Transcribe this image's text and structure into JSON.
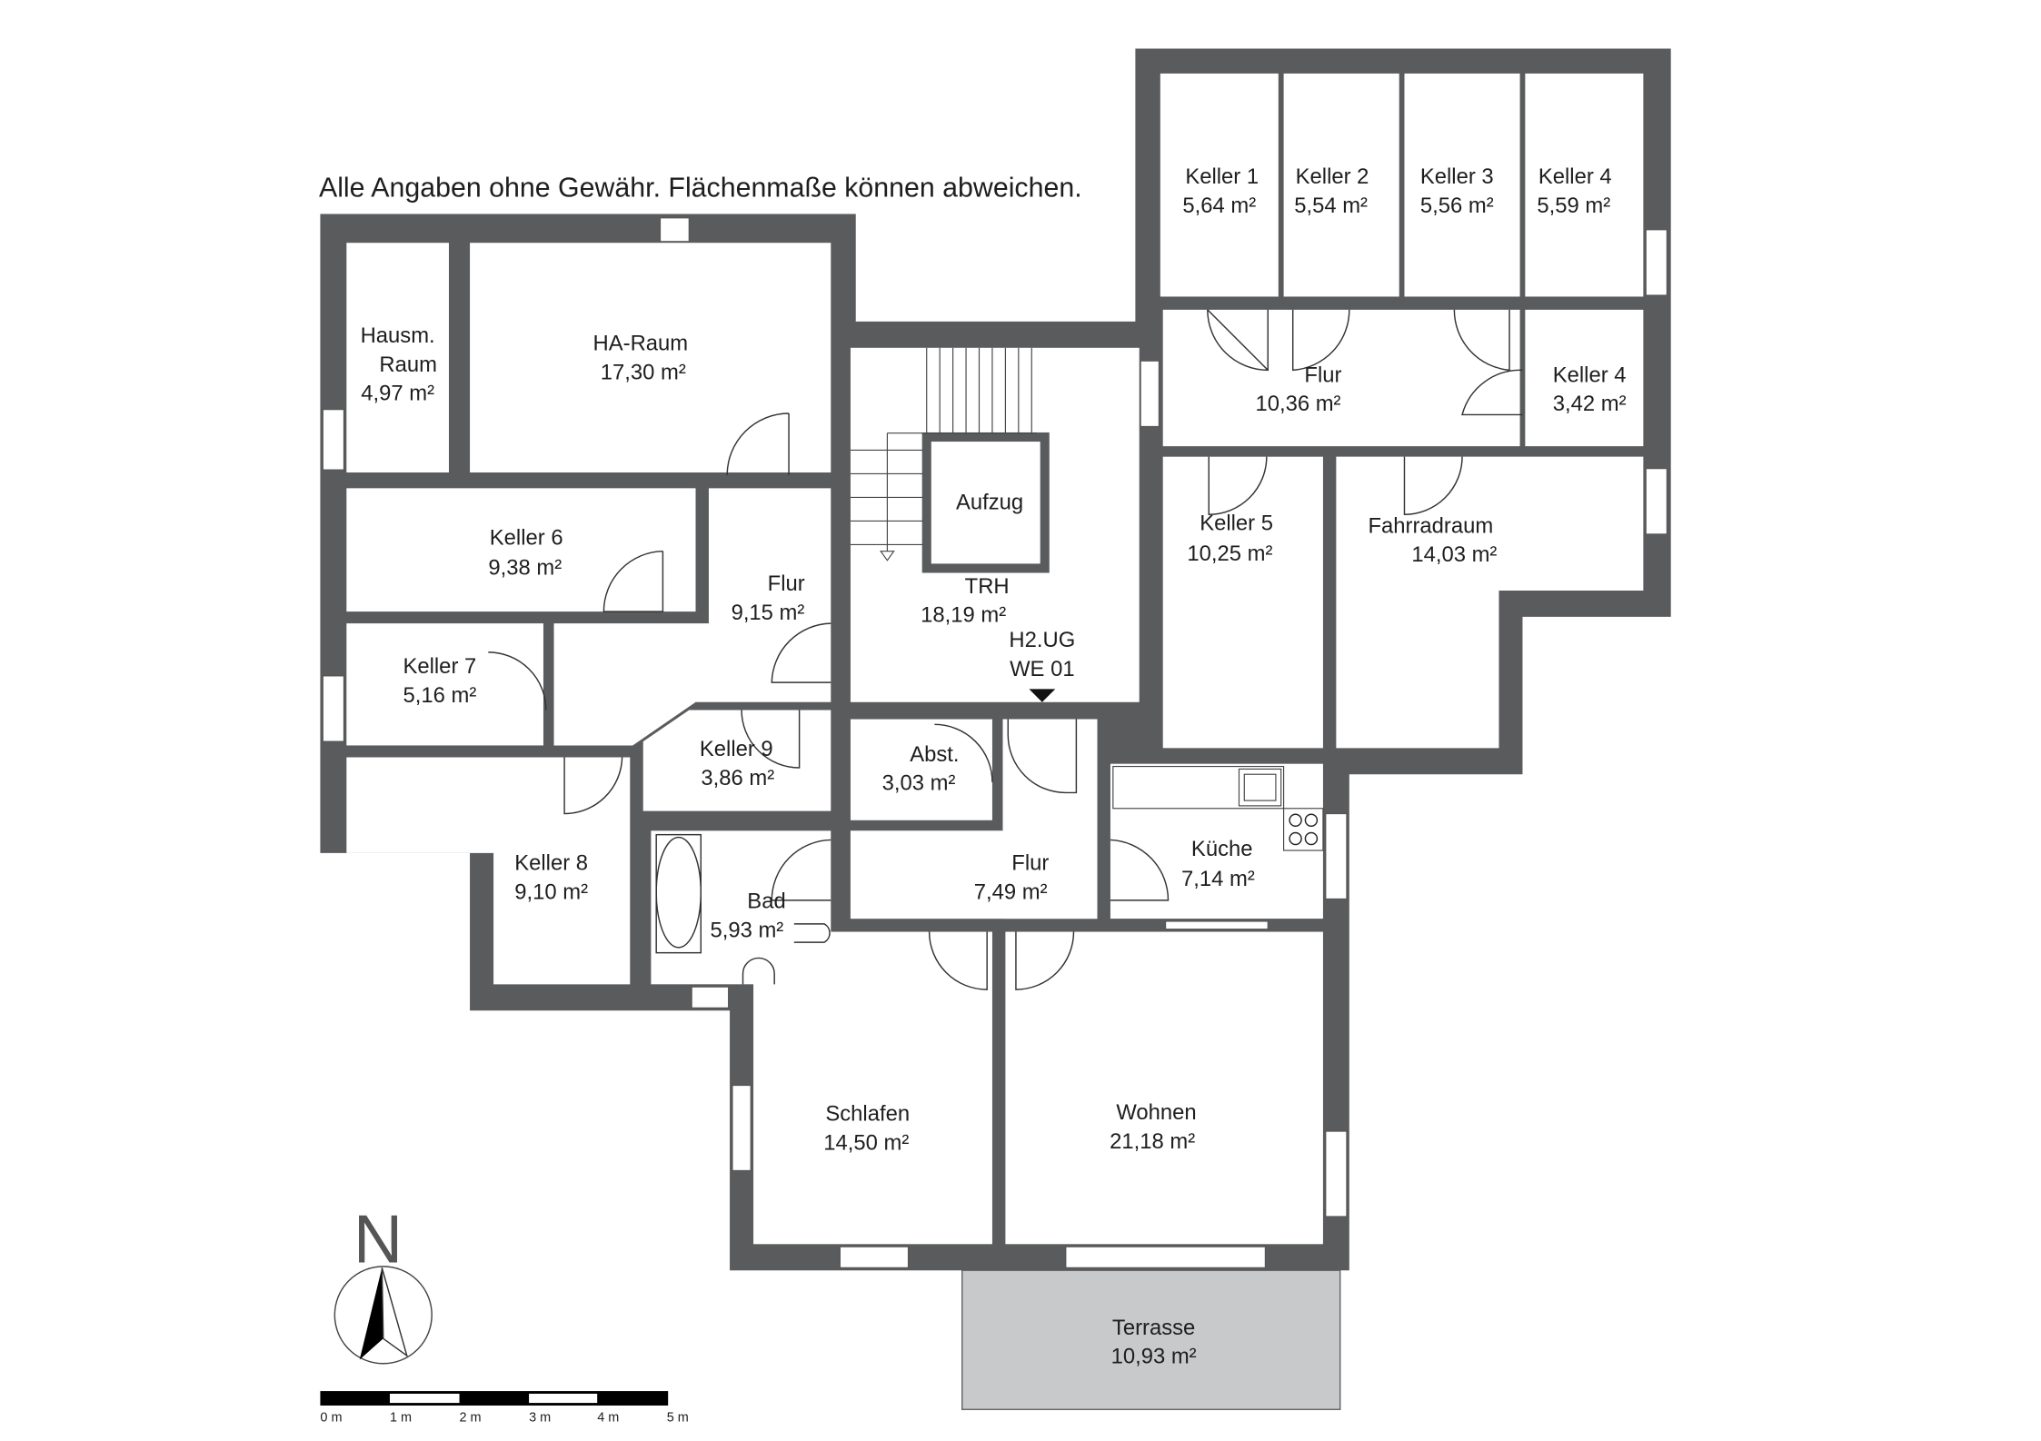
{
  "disclaimer": "Alle Angaben ohne Gewähr. Flächenmaße können abweichen.",
  "colors": {
    "wall": "#5a5b5d",
    "terrace": "#c8c9cb",
    "background": "#ffffff"
  },
  "rooms": {
    "hausm": {
      "name_line1": "Hausm.",
      "name_line2": "Raum",
      "area": "4,97 m²"
    },
    "ha_raum": {
      "name": "HA-Raum",
      "area": "17,30 m²"
    },
    "keller1": {
      "name": "Keller 1",
      "area": "5,64 m²"
    },
    "keller2": {
      "name": "Keller 2",
      "area": "5,54 m²"
    },
    "keller3": {
      "name": "Keller 3",
      "area": "5,56 m²"
    },
    "keller4": {
      "name": "Keller 4",
      "area": "5,59 m²"
    },
    "flur_top": {
      "name": "Flur",
      "area": "10,36 m²"
    },
    "keller4b": {
      "name": "Keller 4",
      "area": "3,42 m²"
    },
    "aufzug": {
      "name": "Aufzug"
    },
    "trh": {
      "name": "TRH",
      "area": "18,19 m²"
    },
    "keller5": {
      "name": "Keller 5",
      "area": "10,25 m²"
    },
    "fahrradraum": {
      "name": "Fahrradraum",
      "area": "14,03 m²"
    },
    "keller6": {
      "name": "Keller 6",
      "area": "9,38 m²"
    },
    "flur_left": {
      "name": "Flur",
      "area": "9,15 m²"
    },
    "keller7": {
      "name": "Keller 7",
      "area": "5,16 m²"
    },
    "keller9": {
      "name": "Keller 9",
      "area": "3,86 m²"
    },
    "abst": {
      "name": "Abst.",
      "area": "3,03 m²"
    },
    "keller8": {
      "name": "Keller 8",
      "area": "9,10 m²"
    },
    "kueche": {
      "name": "Küche",
      "area": "7,14 m²"
    },
    "flur_lower": {
      "name": "Flur",
      "area": "7,49 m²"
    },
    "bad": {
      "name": "Bad",
      "area": "5,93 m²"
    },
    "schlafen": {
      "name": "Schlafen",
      "area": "14,50 m²"
    },
    "wohnen": {
      "name": "Wohnen",
      "area": "21,18 m²"
    },
    "terrasse": {
      "name": "Terrasse",
      "area": "10,93 m²"
    }
  },
  "entrance": {
    "level": "H2.UG",
    "unit": "WE 01"
  },
  "compass": {
    "label": "N"
  },
  "scale_bar": {
    "labels": [
      "0 m",
      "1 m",
      "2 m",
      "3 m",
      "4 m",
      "5 m"
    ]
  }
}
